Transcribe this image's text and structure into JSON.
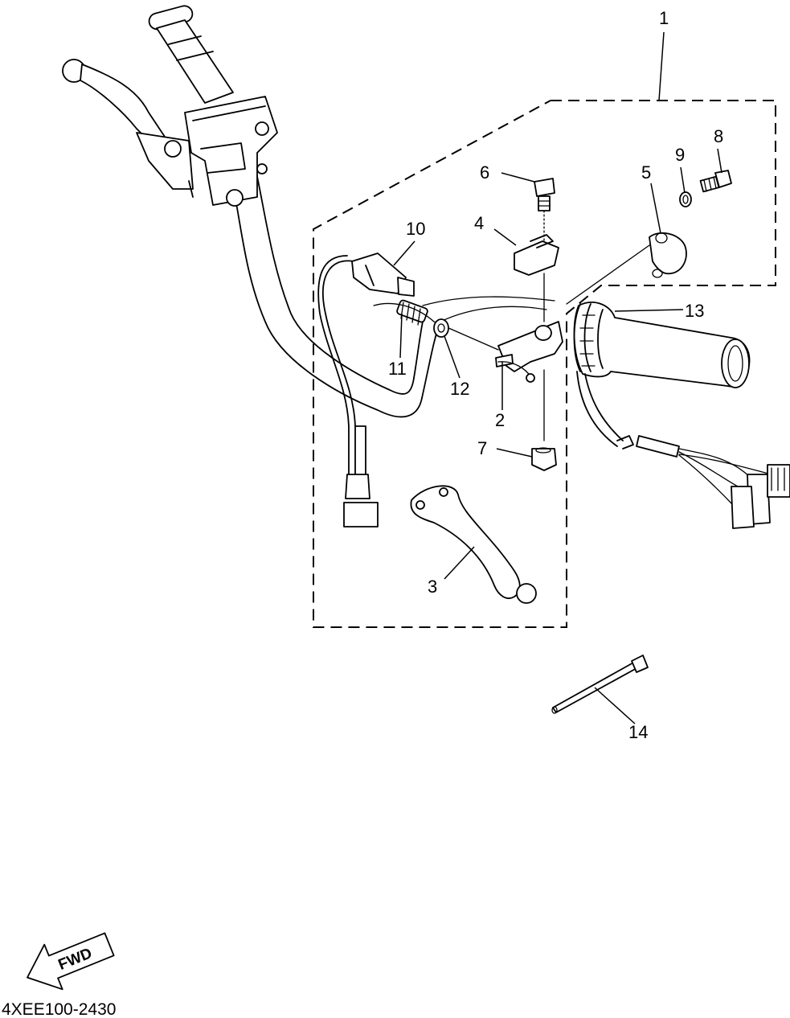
{
  "callouts": {
    "c1": "1",
    "c2": "2",
    "c3": "3",
    "c4": "4",
    "c5": "5",
    "c6": "6",
    "c7": "7",
    "c8": "8",
    "c9": "9",
    "c10": "10",
    "c11": "11",
    "c12": "12",
    "c13": "13",
    "c14": "14"
  },
  "fwd_label": "FWD",
  "diagram_code": "4XEE100-2430"
}
